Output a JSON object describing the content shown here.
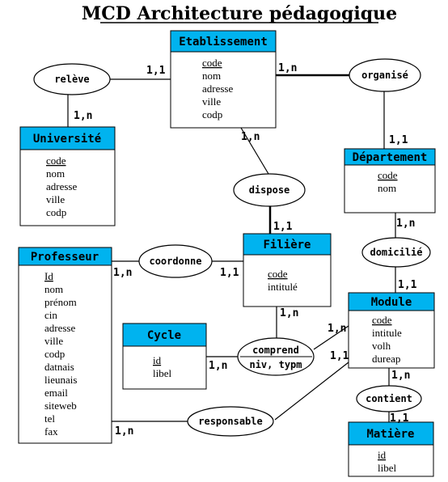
{
  "title": "MCD Architecture pédagogique",
  "entities": {
    "etablissement": {
      "name": "Etablissement",
      "attrs": [
        "code",
        "nom",
        "adresse",
        "ville",
        "codp"
      ]
    },
    "universite": {
      "name": "Université",
      "attrs": [
        "code",
        "nom",
        "adresse",
        "ville",
        "codp"
      ]
    },
    "departement": {
      "name": "Département",
      "attrs": [
        "code",
        "nom"
      ]
    },
    "filiere": {
      "name": "Filière",
      "attrs": [
        "code",
        "intitulé"
      ]
    },
    "professeur": {
      "name": "Professeur",
      "attrs": [
        "Id",
        "nom",
        "prénom",
        "cin",
        "adresse",
        "ville",
        "codp",
        "datnais",
        "lieunais",
        "email",
        "siteweb",
        "tel",
        "fax"
      ]
    },
    "cycle": {
      "name": "Cycle",
      "attrs": [
        "id",
        "libel"
      ]
    },
    "module": {
      "name": "Module",
      "attrs": [
        "code",
        "intitule",
        "volh",
        "dureap"
      ]
    },
    "matiere": {
      "name": "Matière",
      "attrs": [
        "id",
        "libel"
      ]
    }
  },
  "relations": {
    "releve": "relève",
    "organise": "organisé",
    "dispose": "dispose",
    "domicilie": "domicilié",
    "coordonne": "coordonne",
    "comprend": "comprend",
    "comprend_attrs": "niv, typm",
    "contient": "contient",
    "responsable": "responsable"
  },
  "cardinalities": {
    "etab_releve": "1,1",
    "univ_releve": "1,n",
    "etab_organise": "1,n",
    "dept_organise": "1,1",
    "etab_dispose": "1,n",
    "filiere_dispose": "1,1",
    "dept_domicilie": "1,n",
    "module_domicilie": "1,1",
    "prof_coordonne": "1,n",
    "filiere_coordonne": "1,1",
    "filiere_comprend": "1,n",
    "cycle_comprend": "1,n",
    "module_comprend": "1,n",
    "module_responsable": "1,1",
    "module_contient": "1,n",
    "matiere_contient": "1,1",
    "prof_responsable": "1,n"
  }
}
